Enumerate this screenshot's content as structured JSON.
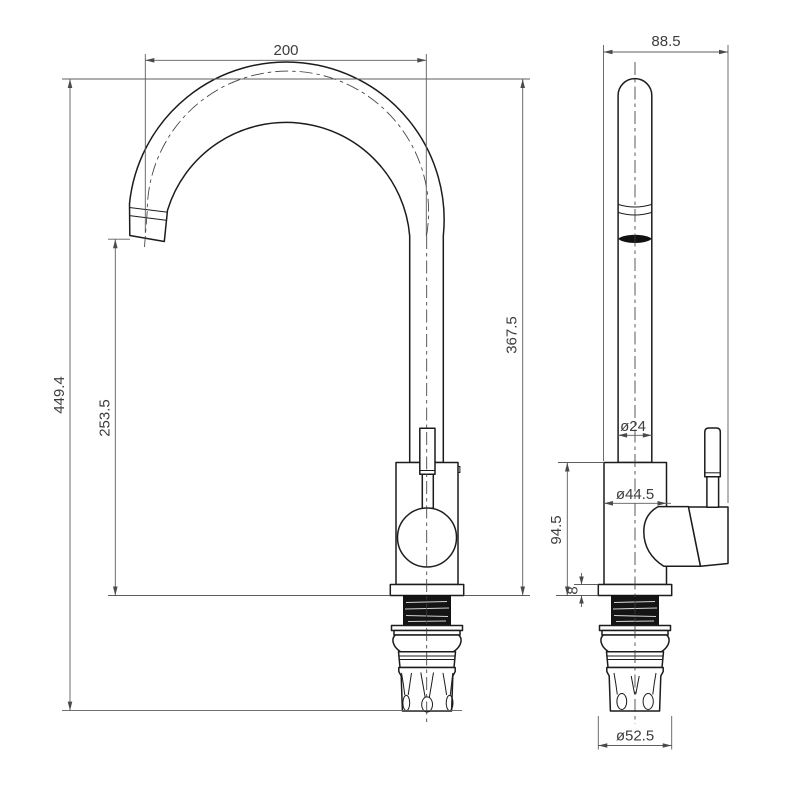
{
  "drawing": {
    "description": "Two-view dimensioned technical drawing of a kitchen mixer tap (front view left, side view right)",
    "colors": {
      "background": "#ffffff",
      "object_line": "#1c1c1c",
      "dimension_line": "#5d5d5d",
      "text": "#3d3d3d",
      "thread_fill": "#141414"
    },
    "dims": {
      "reach": "200",
      "depth": "88.5",
      "overall_height": "449.4",
      "outlet_height": "253.5",
      "spout_height": "367.5",
      "spout_dia": "ø24",
      "body_dia": "ø44.5",
      "body_height": "94.5",
      "flange_thickness": "8",
      "flange_dia": "ø52.5"
    }
  }
}
